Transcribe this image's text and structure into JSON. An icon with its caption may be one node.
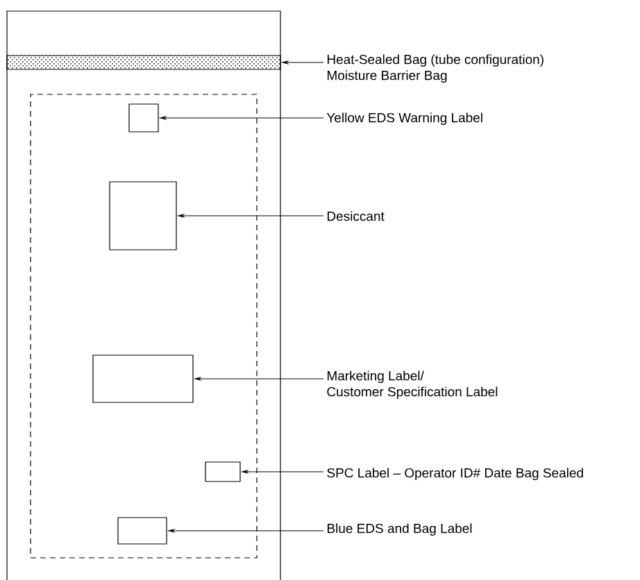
{
  "diagram": {
    "nodes": [
      {
        "text": [],
        "shape": "box"
      },
      {
        "text": [],
        "shape": "bar",
        "in": 0
      },
      {
        "text": [],
        "shape": "box",
        "in": 0
      },
      {
        "text": [],
        "shape": "box",
        "in": 2
      },
      {
        "text": [],
        "shape": "box",
        "in": 2
      },
      {
        "text": [],
        "shape": "box",
        "in": 2
      },
      {
        "text": [],
        "shape": "box",
        "in": 2
      },
      {
        "text": [],
        "shape": "box",
        "in": 2
      },
      {
        "text": [
          "Heat-Sealed Bag (tube configuration)",
          "Moisture Barrier Bag"
        ]
      },
      {
        "text": [
          "Yellow EDS Warning Label"
        ]
      },
      {
        "text": [
          "Desiccant"
        ]
      },
      {
        "text": [
          "Marketing Label/",
          "Customer Specification Label"
        ]
      },
      {
        "text": [
          "SPC Label – Operator ID# Date Bag Sealed"
        ]
      },
      {
        "text": [
          "Blue EDS and Bag Label"
        ]
      }
    ],
    "edges": [
      {
        "from": 8,
        "to": 1,
        "arrow": "to"
      },
      {
        "from": 9,
        "to": 3,
        "arrow": "to"
      },
      {
        "from": 10,
        "to": 4,
        "arrow": "to"
      },
      {
        "from": 11,
        "to": 5,
        "arrow": "to"
      },
      {
        "from": 12,
        "to": 6,
        "arrow": "to"
      },
      {
        "from": 13,
        "to": 7,
        "arrow": "to"
      }
    ]
  }
}
